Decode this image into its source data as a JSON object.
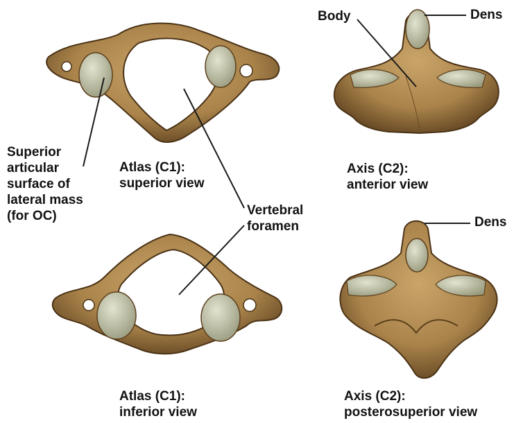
{
  "labels": {
    "superior_articular": [
      "Superior",
      "articular",
      "surface of",
      "lateral mass",
      "(for OC)"
    ],
    "atlas_superior": [
      "Atlas (C1):",
      "superior view"
    ],
    "atlas_inferior": [
      "Atlas (C1):",
      "inferior view"
    ],
    "vertebral_foramen": [
      "Vertebral",
      "foramen"
    ],
    "body": "Body",
    "dens_top": "Dens",
    "dens_bottom": "Dens",
    "axis_anterior": [
      "Axis (C2):",
      "anterior view"
    ],
    "axis_posterosuperior": [
      "Axis (C2):",
      "posterosuperior view"
    ]
  },
  "colors": {
    "bone": "#b08b4e",
    "bone_shadow": "#5c3f1c",
    "cartilage": "#c8c9b0",
    "leader": "#1a1a1a"
  }
}
